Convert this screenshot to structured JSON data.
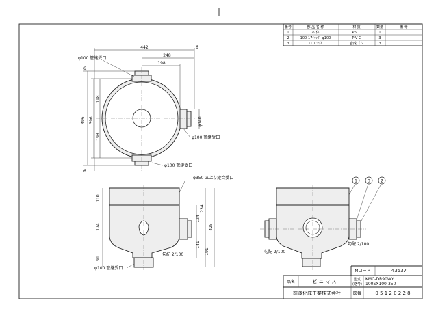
{
  "parts_table": {
    "headers": [
      "番号",
      "部 品 名 称",
      "材 質",
      "数量",
      "備 考"
    ],
    "rows": [
      {
        "no": "1",
        "name": "本 体",
        "material": "P V C",
        "qty": "1",
        "note": ""
      },
      {
        "no": "2",
        "name": "100-17ｷｬｯﾌﾟ φ100",
        "material": "P V C",
        "qty": "3",
        "note": ""
      },
      {
        "no": "3",
        "name": "Ｏリング",
        "material": "合成ゴム",
        "qty": "3",
        "note": ""
      }
    ]
  },
  "plan_view": {
    "dim_442": "442",
    "dim_6_top": "6",
    "dim_248": "248",
    "dim_198_h": "198",
    "dim_496": "496",
    "dim_396": "396",
    "dim_198_v1": "198",
    "dim_198_v2": "198",
    "dim_6_left_top": "6",
    "dim_6_left_bottom": "6",
    "dim_140": "φ140",
    "label_top": "φ100 管継受口",
    "label_right": "φ100 管継受口",
    "label_bottom": "φ100 管継受口"
  },
  "front_view": {
    "label_350": "φ350 立上り継合受口",
    "dim_110": "110",
    "dim_174": "174",
    "dim_91": "91",
    "dim_124": "124",
    "dim_141": "141",
    "dim_234": "234",
    "dim_425": "425",
    "dim_191": "191",
    "slope": "勾配 2/100",
    "label_bottom": "φ100 管継受口"
  },
  "side_view": {
    "callout_1": "1",
    "callout_3": "3",
    "callout_2": "2",
    "slope_left": "勾配 2/100",
    "slope_right": "勾配 2/100"
  },
  "title_block": {
    "mcode_label": "Mコード",
    "mcode_value": "43537",
    "model_label": "型式\n(略号)",
    "model_label_1": "型式",
    "model_label_2": "(略号)",
    "model_value_1": "KMC-DR90WY",
    "model_value_2": "100SX100-350",
    "name_label": "品名",
    "name_value": "ビ ニ マ ス",
    "drawing_no_label": "図番",
    "drawing_no_value": "0 5 1 2 0 2 2 8",
    "company": "前澤化成工業株式会社"
  }
}
